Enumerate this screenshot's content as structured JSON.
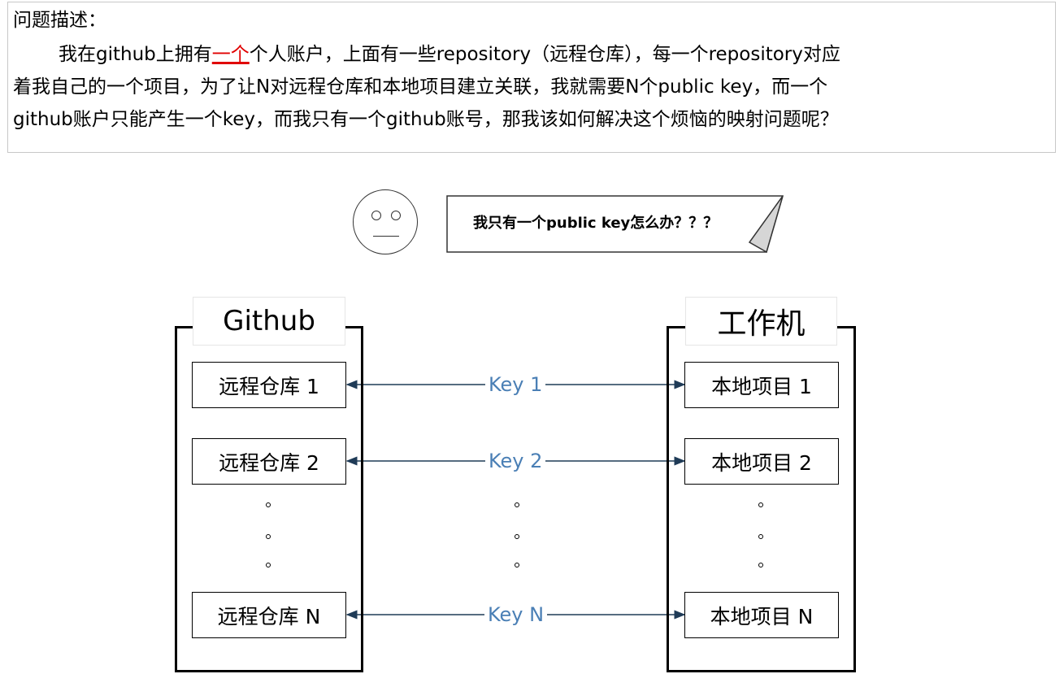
{
  "description": {
    "heading": "问题描述：",
    "line1_before": "我在github上拥有",
    "line1_highlight": "一个",
    "line1_after": "个人账户，上面有一些repository（远程仓库），每一个repository对应",
    "line2": "着我自己的一个项目，为了让N对远程仓库和本地项目建立关联，我就需要N个public key，而一个",
    "line3": "github账户只能产生一个key，而我只有一个github账号，那我该如何解决这个烦恼的映射问题呢？"
  },
  "speech_bubble": {
    "text": "我只有一个public key怎么办？？？"
  },
  "left_frame": {
    "title": "Github",
    "items": [
      "远程仓库 1",
      "远程仓库 2",
      "远程仓库 N"
    ]
  },
  "right_frame": {
    "title": "工作机",
    "items": [
      "本地项目 1",
      "本地项目 2",
      "本地项目 N"
    ]
  },
  "keys": [
    "Key 1",
    "Key 2",
    "Key N"
  ],
  "colors": {
    "highlight": "#e00000",
    "key_label": "#4a7fb5",
    "arrow": "#1f3b57"
  }
}
